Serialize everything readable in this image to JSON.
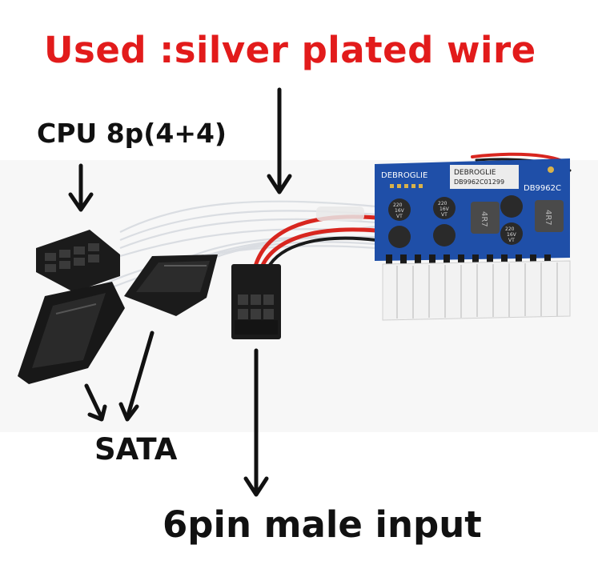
{
  "title": "Used :silver plated wire",
  "labels": {
    "cpu": "CPU 8p(4+4)",
    "sata": "SATA",
    "input": "6pin male input"
  },
  "pcb_markings": {
    "brand_left": "DEBROGLIE",
    "chip_brand": "DEBROGLIE",
    "chip_model": "DB9962C01299",
    "model_right": "DB9962C",
    "cap_top": "220",
    "cap_mid": "16V",
    "cap_bot": "VT",
    "inductor": "4R7"
  },
  "colors": {
    "title": "#e21b1b",
    "pcb": "#1f4fa8",
    "wire_red": "#d8261f",
    "connector": "#1a1a1a"
  }
}
